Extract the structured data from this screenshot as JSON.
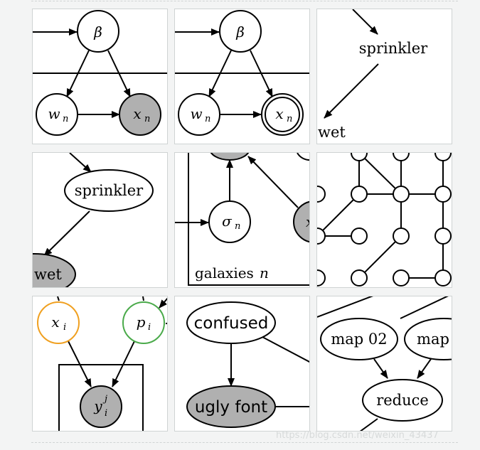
{
  "diagram": {
    "panel_1": {
      "node_beta": "β",
      "node_w": "w",
      "node_w_sub": "n",
      "node_x": "x",
      "node_x_sub": "n"
    },
    "panel_2": {
      "node_beta": "β",
      "node_w": "w",
      "node_w_sub": "n",
      "node_x": "x",
      "node_x_sub": "n"
    },
    "panel_3": {
      "node_sprinkler": "sprinkler",
      "node_wet": "wet"
    },
    "panel_4": {
      "node_sprinkler": "sprinkler",
      "node_wet": "wet"
    },
    "panel_5": {
      "node_sigma": "σ",
      "node_sigma_sub": "n",
      "node_partial": "x",
      "plate_label": "galaxies",
      "plate_var": "n"
    },
    "panel_7": {
      "node_x": "x",
      "node_x_sub": "i",
      "node_p": "p",
      "node_p_sub": "i",
      "node_y": "y",
      "node_y_sub": "i",
      "node_y_sup": "j"
    },
    "panel_8": {
      "node_confused": "confused",
      "node_ugly": "ugly font"
    },
    "panel_9": {
      "node_map02": "map 02",
      "node_map": "map",
      "node_reduce": "reduce"
    }
  },
  "watermark": "https://blog.csdn.net/weixin_43437"
}
